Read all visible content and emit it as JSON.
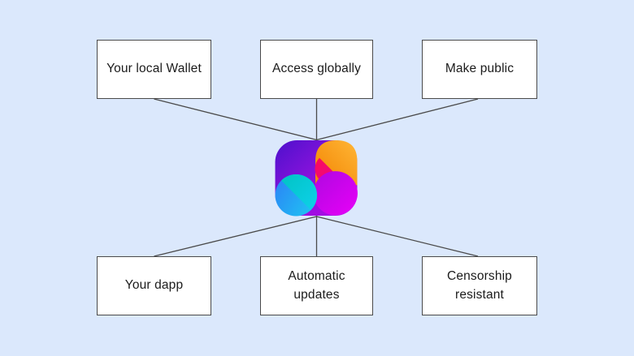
{
  "diagram": {
    "background_color": "#dbe8fc",
    "box_fill": "#ffffff",
    "box_border_color": "#4a4a4a",
    "line_color": "#4a4a4a",
    "text_color": "#1b1b1b",
    "top_nodes": [
      {
        "label": "Your local Wallet"
      },
      {
        "label": "Access globally"
      },
      {
        "label": "Make public"
      }
    ],
    "bottom_nodes": [
      {
        "label": "Your dapp"
      },
      {
        "label": "Automatic\nupdates"
      },
      {
        "label": "Censorship\nresistant"
      }
    ],
    "logo": {
      "name": "dapp-logo",
      "colors": {
        "violet_start": "#4c11cc",
        "violet_mid": "#8e12dd",
        "violet_end": "#b608e8",
        "orange_start": "#f28300",
        "orange_end": "#ffb636",
        "pink_start": "#fb0b5b",
        "pink_end": "#e9078c",
        "magenta_start": "#ae08e0",
        "magenta_end": "#e800f8",
        "blue_start": "#2b86f6",
        "blue_end": "#1fc4f2",
        "teal_start": "#01c3c4",
        "teal_end": "#0ed1ea"
      }
    }
  }
}
